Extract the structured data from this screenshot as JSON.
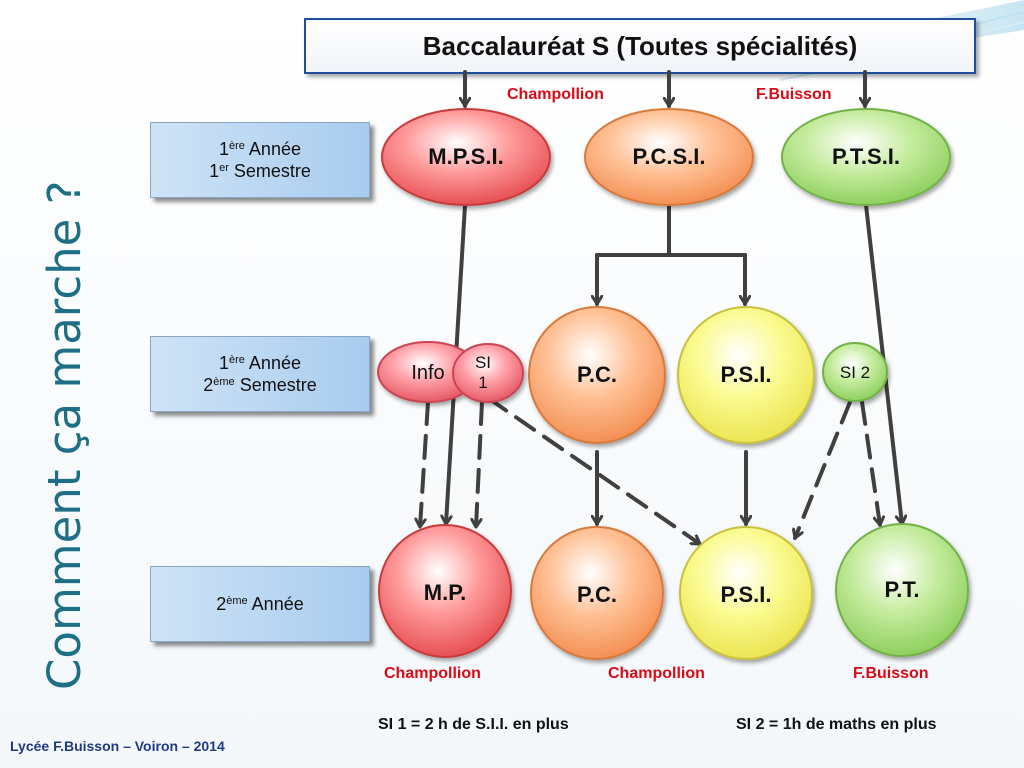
{
  "vertical_title": "Comment ça marche ?",
  "header": "Baccalauréat S (Toutes spécialités)",
  "top_labels": {
    "champollion": "Champollion",
    "fbuisson": "F.Buisson"
  },
  "levels": {
    "year1_sem1": {
      "n1": "1",
      "s1": "ère",
      "w1": " Année",
      "n2": "1",
      "s2": "er",
      "w2": " Semestre"
    },
    "year1_sem2": {
      "n1": "1",
      "s1": "ère",
      "w1": " Année",
      "n2": "2",
      "s2": "ème",
      "w2": " Semestre"
    },
    "year2": {
      "n1": "2",
      "s1": "ème",
      "w1": " Année"
    }
  },
  "nodes": {
    "mpsi": "M.P.S.I.",
    "pcsi": "P.C.S.I.",
    "ptsi": "P.T.S.I.",
    "info": "Info",
    "si1": "SI 1",
    "pc_mid": "P.C.",
    "psi_mid": "P.S.I.",
    "si2": "SI 2",
    "mp": "M.P.",
    "pc_bottom": "P.C.",
    "psi_bottom": "P.S.I.",
    "pt": "P.T."
  },
  "bottom_labels": {
    "mp": "Champollion",
    "psi": "Champollion",
    "pt": "F.Buisson"
  },
  "footnotes": {
    "si1": "SI 1 = 2 h de S.I.I. en plus",
    "si2": "SI 2 = 1h de maths en plus"
  },
  "footer": "Lycée F.Buisson – Voiron – 2014",
  "colors": {
    "title_teal": "#1e6f86",
    "red_label": "#d80a16",
    "header_border": "#1f4e9c",
    "footer_blue": "#1f3a80"
  }
}
